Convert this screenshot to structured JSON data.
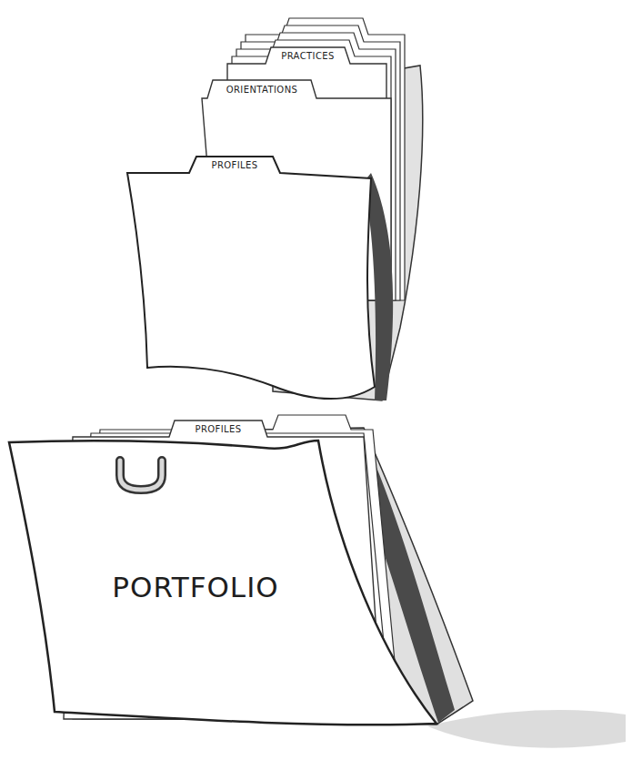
{
  "diagram": {
    "nodes": [
      {
        "text": [
          "PRACTICES"
        ]
      },
      {
        "text": [
          "ORIENTATIONS"
        ]
      },
      {
        "text": [
          "PROFILES"
        ]
      },
      {
        "text": [
          "PORTFOLIO"
        ]
      },
      {
        "text": [
          "PROFILES"
        ],
        "in": 3
      }
    ]
  }
}
